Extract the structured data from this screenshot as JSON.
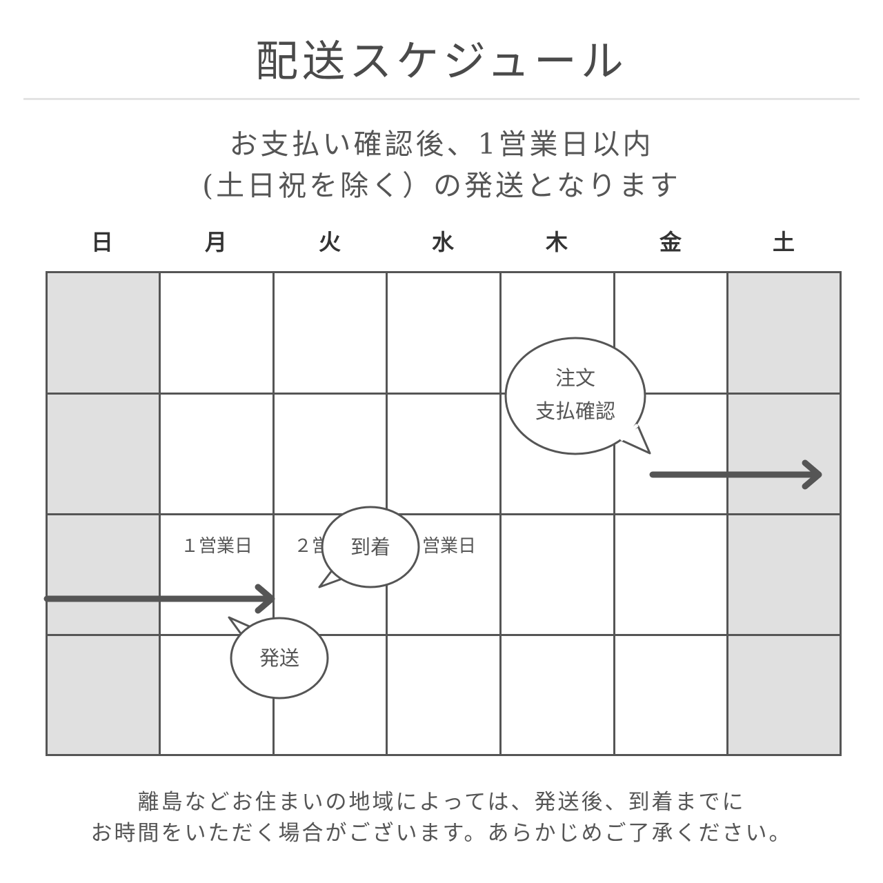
{
  "title": "配送スケジュール",
  "subtitle": {
    "line1": "お支払い確認後、1営業日以内",
    "line2": "(土日祝を除く）の発送となります"
  },
  "weekdays": [
    "日",
    "月",
    "火",
    "水",
    "木",
    "金",
    "土"
  ],
  "day_labels": {
    "day1": "１営業日",
    "day2": "２営",
    "day3": "営業日"
  },
  "bubbles": {
    "order": {
      "line1": "注文",
      "line2": "支払確認"
    },
    "arrival": "到着",
    "ship": "発送"
  },
  "note": {
    "line1": "離島などお住まいの地域によっては、発送後、到着までに",
    "line2": "お時間をいただく場合がございます。あらかじめご了承ください。"
  },
  "colors": {
    "line": "#555555",
    "weekend_fill": "#e0e0e0",
    "rule": "#e3e3e3"
  }
}
